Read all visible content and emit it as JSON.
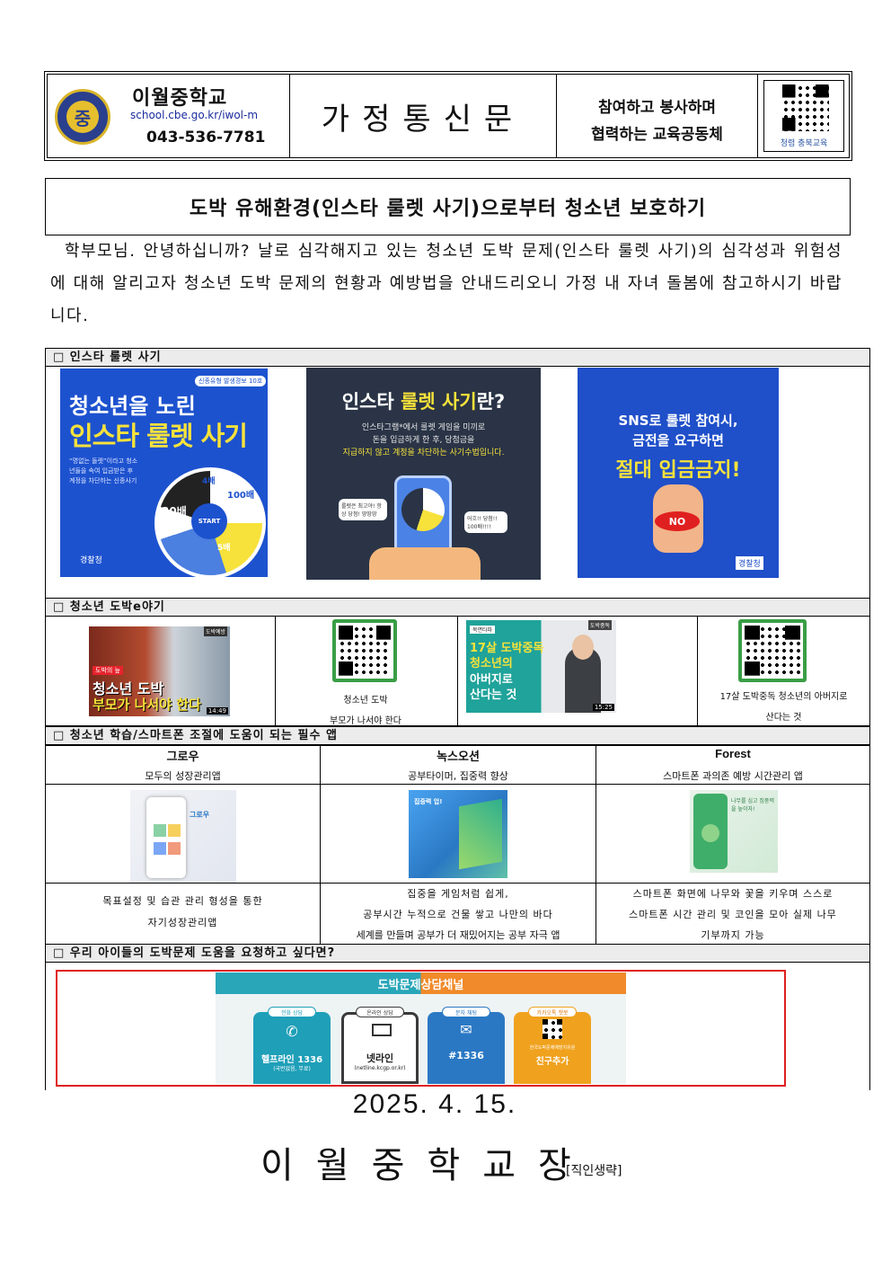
{
  "header": {
    "school_name": "이월중학교",
    "url": "school.cbe.go.kr/iwol-m",
    "phone": "043-536-7781",
    "logo_char": "중",
    "doc_type": "가정통신문",
    "motto_line1": "참여하고 봉사하며",
    "motto_line2": "협력하는 교육공동체",
    "qr_caption": "청렴 충북교육"
  },
  "title": "도박 유해환경(인스타 룰렛 사기)으로부터 청소년 보호하기",
  "intro": "학부모님. 안녕하십니까? 날로 심각해지고 있는 청소년 도박 문제(인스타 룰렛 사기)의 심각성과 위험성에 대해 알리고자 청소년 도박 문제의 현황과 예방법을 안내드리오니 가정 내 자녀 돌봄에 참고하시기 바랍니다.",
  "section1": {
    "heading": "□ 인스타 룰렛 사기",
    "card1": {
      "badge": "신종유형 발생경보 10호",
      "line1": "청소년을 노린",
      "line2": "인스타 룰렛 사기",
      "quote": "“명없는 돌렛”이라고 청소년들을 속여 입금받은 후 계정을 차단하는 신종사기",
      "wheel_start": "START",
      "wheel_a": "100배",
      "wheel_b": "30배",
      "wheel_c": "4배",
      "wheel_d": "5배",
      "agency": "경찰청"
    },
    "card2": {
      "title_a": "인스타 ",
      "title_b": "룰렛 사기",
      "title_c": "란?",
      "desc1": "인스타그램*에서 룰렛 게임을 미끼로",
      "desc2": "돈을 입금하게 한 후, 당첨금을",
      "desc3": "지급하지 않고 계정을 차단하는 사기수법입니다.",
      "bubble1": "룰렛은 최고야! 항상 당첨! 땅땅땅",
      "bubble2": "어흐!! 당첨!! 100배!!!!"
    },
    "card3": {
      "line1": "SNS로 룰렛 참여시,",
      "line2": "금전을 요구하면",
      "line3": "절대 입금금지!",
      "no": "NO",
      "agency": "경찰청"
    }
  },
  "section2": {
    "heading": "□ 청소년 도박e야기",
    "video1": {
      "tag": "도박예방",
      "sub": "도박의 늪",
      "line1": "청소년 도박",
      "line2": "부모가 나서야 한다",
      "time": "14:49"
    },
    "qr1_caption_1": "청소년 도박",
    "qr1_caption_2": "부모가 나서야 한다",
    "video2": {
      "tag": "복면타파",
      "tag2": "도박중독",
      "line1": "17살 도박중독",
      "line2": "청소년의",
      "line3": "아버지로",
      "line4": "산다는 것",
      "time": "15:25"
    },
    "qr2_caption_1": "17살 도박중독 청소년의 아버지로",
    "qr2_caption_2": "산다는 것"
  },
  "section3": {
    "heading": "□ 청소년 학습/스마트폰 조절에 도움이 되는 필수 앱",
    "apps": [
      {
        "name": "그로우",
        "tagline": "모두의 성장관리앱",
        "desc1": "목표설정 및 습관 관리 형성을 통한",
        "desc2": "자기성장관리앱",
        "desc3": "",
        "phone_text": "그로우"
      },
      {
        "name": "녹스오션",
        "tagline": "공부타이머, 집중력 향상",
        "desc1": "집중을 게임처럼 쉽게,",
        "desc2": "공부시간 누적으로 건물 쌓고 나만의 바다",
        "desc3": "세계를 만들며 공부가 더 재밌어지는 공부 자극 앱",
        "phone_text": "집중력 업!"
      },
      {
        "name": "Forest",
        "tagline": "스마트폰 과의존 예방 시간관리 앱",
        "desc1": "스마트폰 화면에 나무와 꽃을 키우며 스스로",
        "desc2": "스마트폰 시간 관리 및 코인을 모아 실제 나무",
        "desc3": "기부까지 가능",
        "phone_text": "나무를 심고 집중력을 높이자!"
      }
    ]
  },
  "section4": {
    "heading": "□ 우리 아이들의 도박문제 도움을 요청하고 싶다면?",
    "banner_title_a": "도박문제",
    "banner_title_b": " 상담채널",
    "channels": [
      {
        "tag": "전화 상담",
        "name": "헬프라인 1336",
        "sub": "(국번없음, 무료)",
        "color": "#1f9fb8"
      },
      {
        "tag": "온라인 상담",
        "name": "넷라인",
        "sub": "(netline.kcgp.or.kr)",
        "color": "#3a3a3a"
      },
      {
        "tag": "문자 채팅",
        "name": "#1336",
        "sub": "",
        "color": "#2a78c4"
      },
      {
        "tag": "카카오톡 챗봇",
        "name": "친구추가",
        "sub": "한국도박문제예방치유원",
        "color": "#f0a21e"
      }
    ]
  },
  "footer": {
    "date": "2025. 4. 15.",
    "signer": "이월중학교장",
    "seal_note": "[직인생략]"
  },
  "colors": {
    "accent_blue": "#1f4fc9",
    "yellow": "#f7e23b",
    "dark_navy": "#2a3446",
    "red_border": "#e02020"
  }
}
